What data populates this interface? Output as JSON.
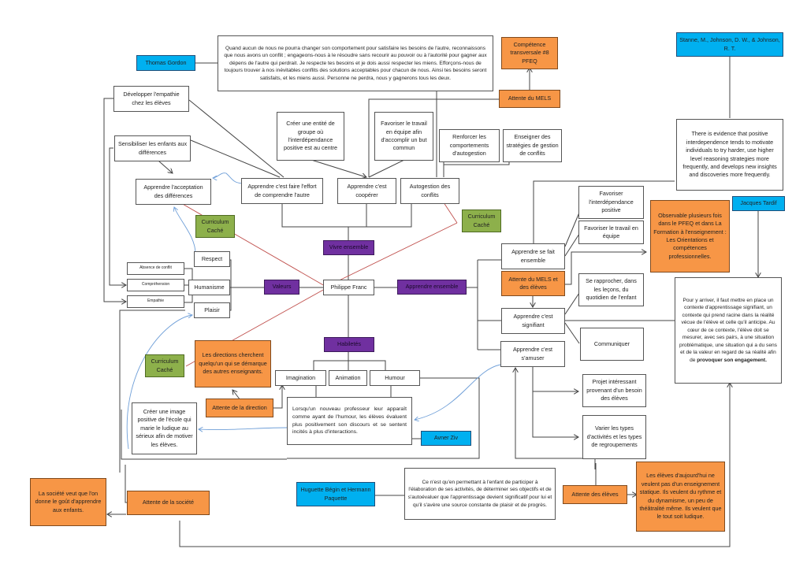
{
  "diagram": {
    "center": "Philippe Franc",
    "categories": {
      "vivre_ensemble": "Vivre ensemble",
      "valeurs": "Valeurs",
      "apprendre_ensemble": "Apprendre ensemble",
      "habiletes": "Habiletés"
    },
    "vivre": {
      "effort": "Apprendre c'est faire l'effort de comprendre l'autre",
      "cooperer": "Apprendre c'est coopérer",
      "autogestion": "Autogestion des conflits",
      "entite": "Créer une entité de groupe où l'interdépendance positive est au centre",
      "travail_equipe_but": "Favoriser le travail en équipe afin d'accomplir un but commun",
      "renforcer": "Renforcer les comportements d'autogestion",
      "enseigner": "Enseigner des stratégies de gestion de conflits",
      "developper_empathie": "Développer l'empathie chez les élèves",
      "sensibiliser": "Sensibiliser les enfants aux différences",
      "acceptation": "Apprendre l'acceptation des différences",
      "gordon_quote": "Quand aucun de nous ne pourra changer son comportement pour satisfaire les besoins de l'autre, reconnaissons que nous avons un conflit ; engageons-nous à le résoudre sans recourir au pouvoir ou à l'autorité pour gagner aux dépens de l'autre qui perdrait. Je respecte tes besoins et je dois aussi respecter les miens. Efforçons-nous de toujours trouver à nos inévitables conflits des solutions acceptables pour chacun de nous. Ainsi tes besoins seront satisfaits, et les miens aussi. Personne ne perdra, nous y gagnerons tous les deux.",
      "gordon": "Thomas Gordon",
      "competence": "Compétence transversale #8 PFEQ",
      "attente_mels": "Attente du MELS"
    },
    "valeurs": {
      "respect": "Respect",
      "humanisme": "Humanisme",
      "plaisir": "Plaisir",
      "absence_conflit": "Absence de conflit",
      "comprehension": "Compréhension",
      "empathie": "Empathie"
    },
    "curriculum_cache": "Curriculum Caché",
    "habiletes": {
      "imagination": "Imagination",
      "animation": "Animation",
      "humour": "Humour",
      "ziv_quote": "Lorsqu'un nouveau professeur leur apparaît comme ayant de l'humour, les élèves évaluent plus positivement son discours et se sentent incités à plus d'interactions.",
      "ziv": "Avner Ziv",
      "directions": "Les directions cherchent quelqu'un qui se démarque des autres enseignants.",
      "attente_direction": "Attente de la direction",
      "image_positive": "Créer une image positive de l'école qui marie le ludique au sérieux afin de motiver les élèves."
    },
    "societe": {
      "attente": "Attente de la société",
      "gout": "La société veut que l'on donne le goût d'apprendre aux enfants."
    },
    "apprendre": {
      "se_fait_ensemble": "Apprendre se fait ensemble",
      "interdependance": "Favoriser l'interdépendance positive",
      "travail_equipe": "Favoriser le travail en équipe",
      "attente_mels_eleves": "Attente du MELS et des élèves",
      "observable": "Observable plusieurs fois dans le PFEQ et dans La Formation à l'enseignement : Les Orientations et compétences professionnelles.",
      "signifiant": "Apprendre c'est signifiant",
      "rapprocher": "Se rapprocher, dans les leçons, du quotidien de l'enfant",
      "communiquer": "Communiquer",
      "amuser": "Apprendre c'est s'amuser",
      "projet": "Projet intéressant provenant d'un besoin des élèves",
      "varier": "Varier les types d'activités et les types de regroupements",
      "stanne": "Stanne, M., Johnson, D. W., & Johnson, R. T.",
      "stanne_quote": "There is evidence that positive interdependence tends to motivate individuals to try harder, use higher level reasoning strategies more frequently, and develops new insights and discoveries more frequently.",
      "tardif": "Jacques Tardif",
      "tardif_quote": "Pour y arriver, il faut mettre en place un contexte d'apprentissage signifiant, un contexte qui prend racine dans la réalité vécue de l'élève et celle qu'il anticipe. Au cœur de ce contexte, l'élève doit se mesurer, avec ses pairs, à une situation problématique, une situation qui a du sens et de la valeur en regard de sa réalité afin de",
      "tardif_quote_bold": "provoquer son engagement.",
      "begin": "Huguette Bégin et Hermann Paquette",
      "begin_quote": "Ce n'est qu'en permettant à l'enfant de participer à l'élaboration de ses activités, de déterminer ses objectifs et de s'autoévaluer que l'apprentissage devient significatif pour lui et qu'il s'avère une source constante de plaisir et de progrès.",
      "attente_eleves": "Attente des élèves",
      "eleves_aujourdhui": "Les élèves d'aujourd'hui ne veulent pas d'un enseignement statique. Ils veulent du rythme et du dynamisme, un peu de théâtralité même. Ils veulent que le tout soit ludique."
    }
  },
  "colors": {
    "source": "#00b0f0",
    "expectation": "#f79646",
    "hidden_curriculum": "#8db04b",
    "category": "#7030a0",
    "connector": "#444444",
    "curriculum_line": "#c0504d",
    "influence_curve": "#6f9fd8"
  }
}
